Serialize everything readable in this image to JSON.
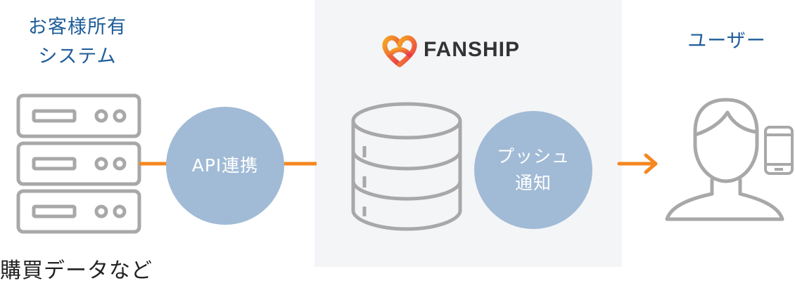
{
  "colors": {
    "title_blue": "#1f5d9a",
    "bubble_blue": "#a1bbd6",
    "icon_gray": "#a8a8a8",
    "connector_orange": "#f5871f",
    "panel_gray": "#f4f5f7",
    "logo_gradient": [
      "#f5a623",
      "#e8374a"
    ]
  },
  "left": {
    "title_line1": "お客様所有",
    "title_line2": "システム",
    "icon": "server-stack-icon",
    "caption": "購買データなど"
  },
  "connector": {
    "label": "API連携"
  },
  "center": {
    "logo_text": "FANSHIP",
    "logo_icon": "fanship-heart-logo-icon",
    "icon": "database-icon",
    "bubble_line1": "プッシュ",
    "bubble_line2": "通知"
  },
  "right": {
    "title": "ユーザー",
    "icons": [
      "user-icon",
      "smartphone-icon"
    ],
    "arrow": "arrow-right-icon"
  }
}
